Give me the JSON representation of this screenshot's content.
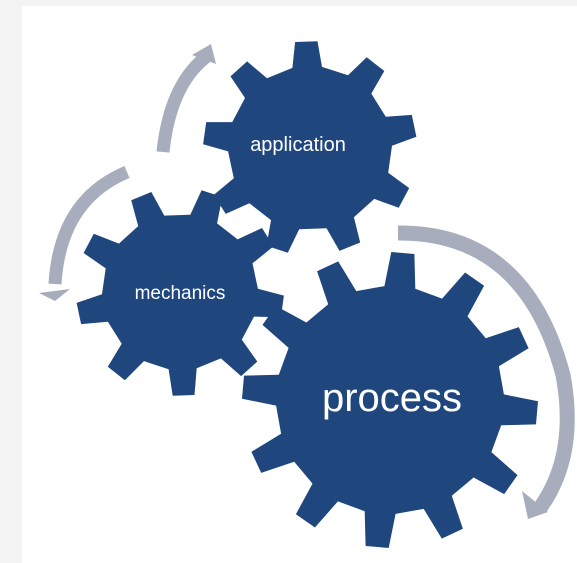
{
  "gears": [
    {
      "id": "application",
      "label": "application"
    },
    {
      "id": "mechanics",
      "label": "mechanics"
    },
    {
      "id": "process",
      "label": "process"
    }
  ],
  "colors": {
    "gear": "#1f477e",
    "arrow": "#a7adbd",
    "text": "#ffffff",
    "frame": "#f3f3f3"
  }
}
